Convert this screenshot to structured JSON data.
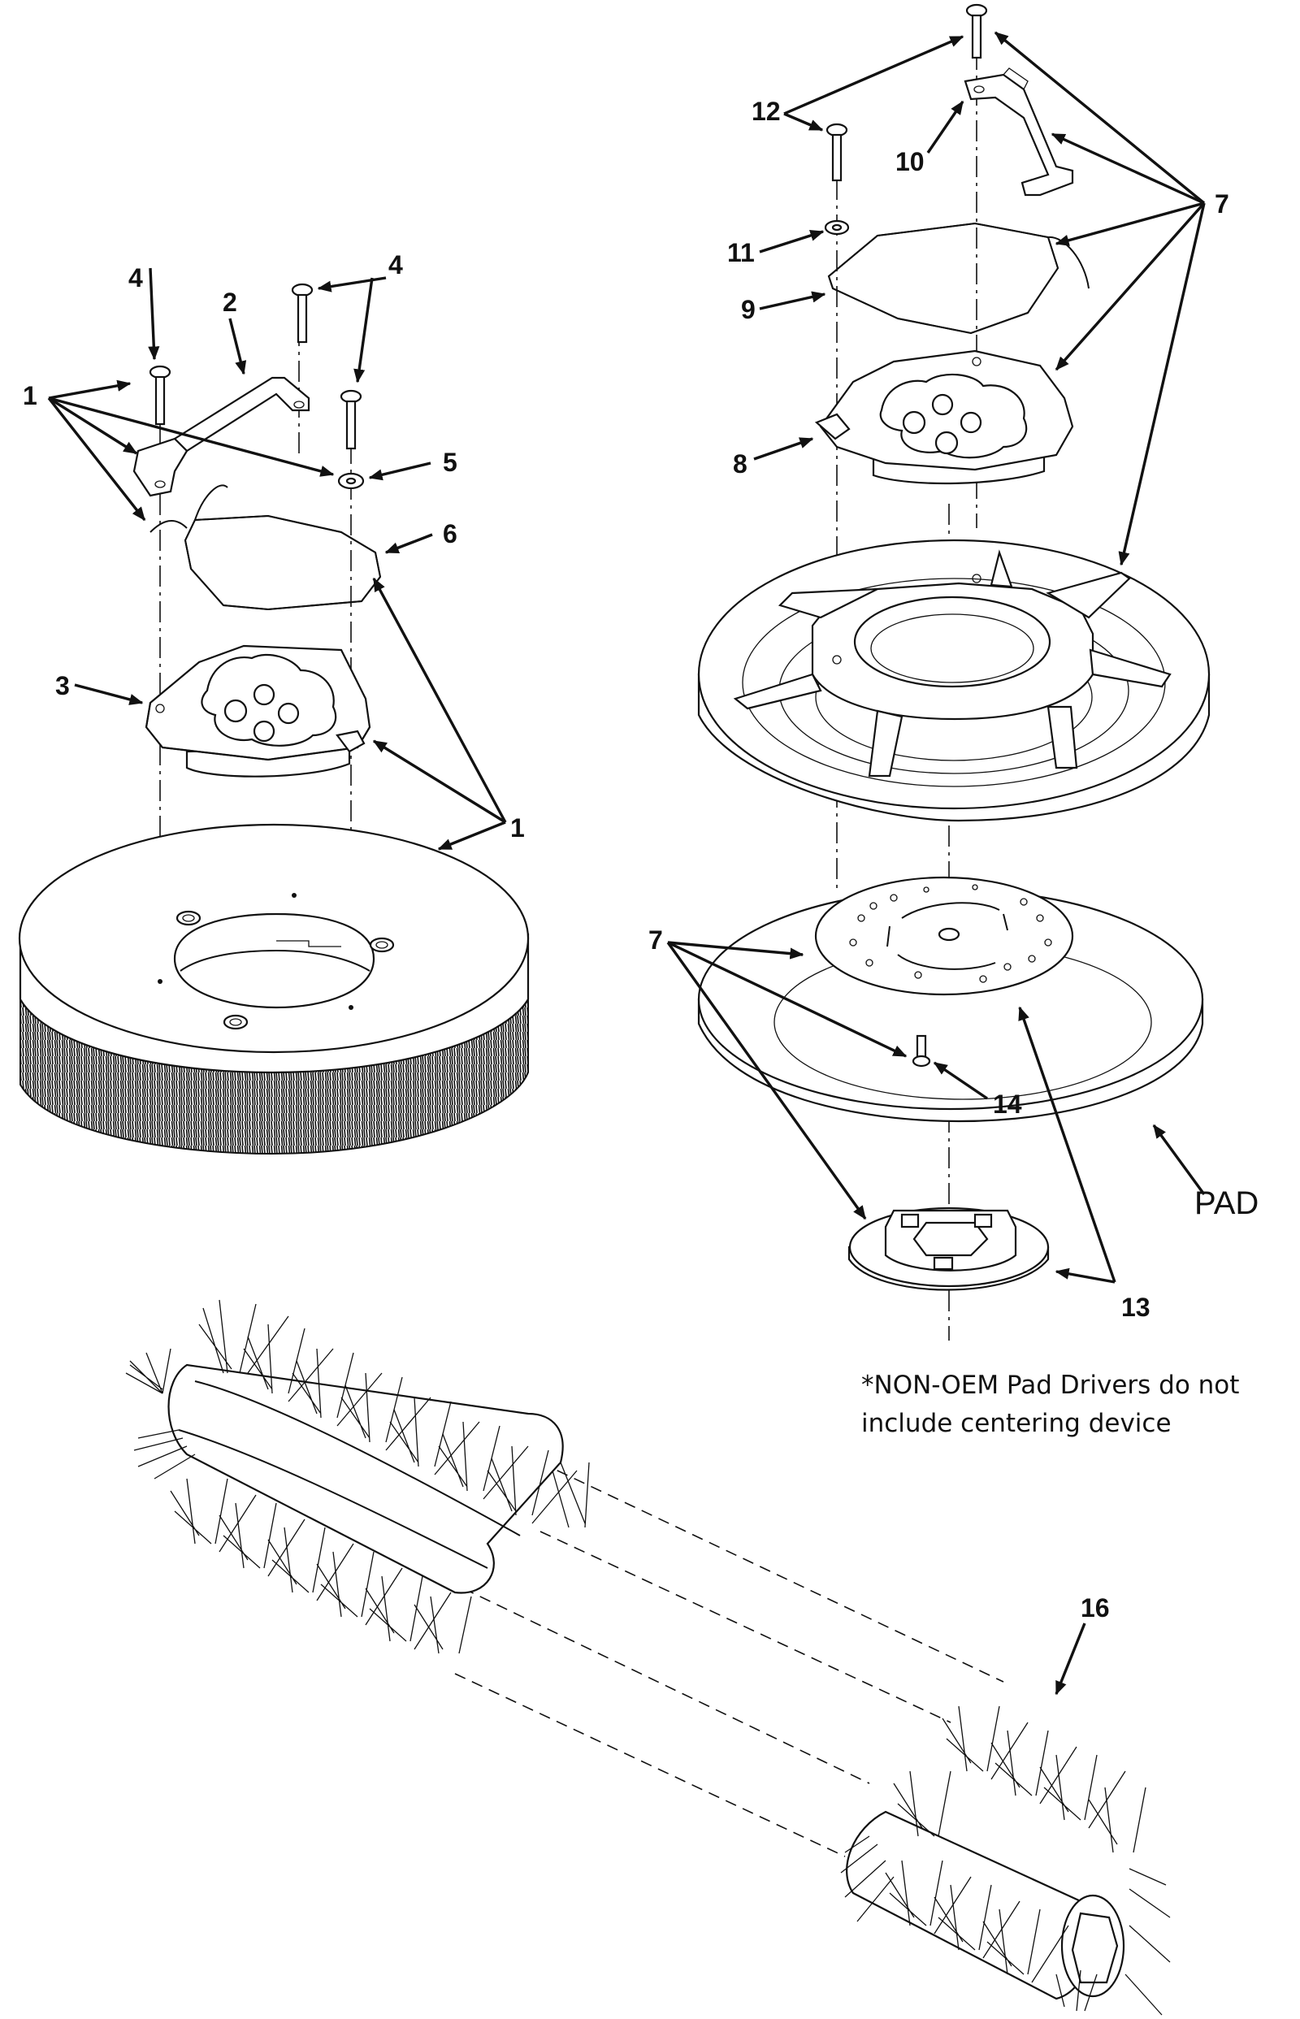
{
  "callouts": {
    "c12": "12",
    "c10": "10",
    "c7a": "7",
    "c11": "11",
    "c9": "9",
    "c8": "8",
    "c4a": "4",
    "c2": "2",
    "c4b": "4",
    "c1a": "1",
    "c5": "5",
    "c6": "6",
    "c3": "3",
    "c1b": "1",
    "c7b": "7",
    "c14": "14",
    "c13": "13",
    "c16": "16"
  },
  "pad_label": "PAD",
  "note": {
    "line1": "*NON-OEM Pad Drivers do not",
    "line2": "include centering device"
  }
}
